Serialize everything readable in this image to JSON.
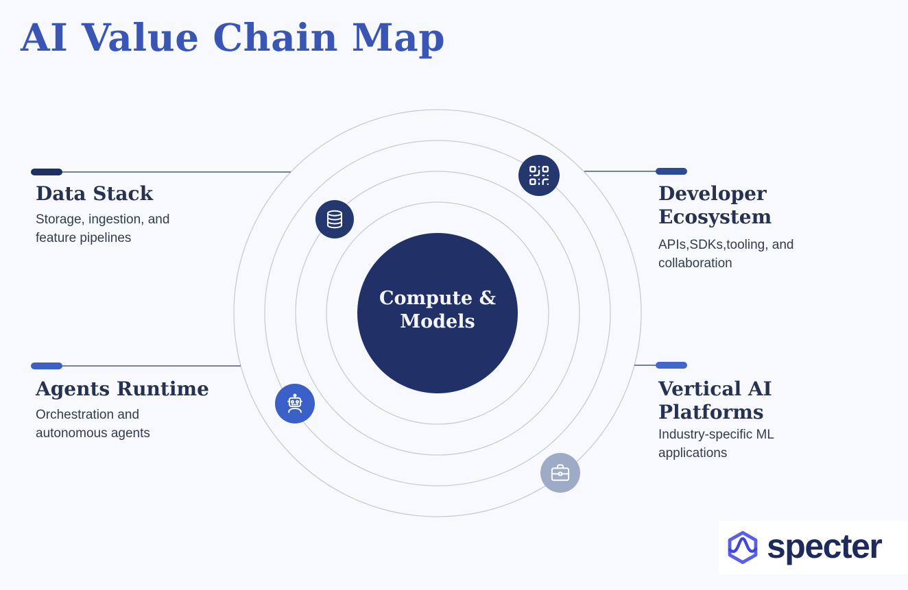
{
  "title": {
    "text": "AI Value Chain Map"
  },
  "center": {
    "label": "Compute & Models"
  },
  "callouts": {
    "data_stack": {
      "title": "Data Stack",
      "description": "Storage, ingestion, and feature pipelines"
    },
    "developer_ecosystem": {
      "title": "Developer Ecosystem",
      "description": "APIs,SDKs,tooling, and collaboration"
    },
    "agents_runtime": {
      "title": "Agents Runtime",
      "description": "Orchestration and autonomous agents"
    },
    "vertical_ai_platforms": {
      "title": "Vertical AI Platforms",
      "description": "Industry-specific ML applications"
    }
  },
  "icons": {
    "data_stack": "database-icon",
    "developer_ecosystem": "qr-code-icon",
    "agents_runtime": "robot-icon",
    "vertical_ai_platforms": "briefcase-icon",
    "logo": "specter-hexagon-icon"
  },
  "logo": {
    "text": "specter"
  },
  "colors": {
    "background": "#f7f9fc",
    "title": "#3a56b4",
    "heading": "#273250",
    "body_text": "#333c4a",
    "ring": "#c6ccd7",
    "connector": "#46587b",
    "center_circle": "#213168",
    "center_text": "#f3f6fb",
    "dash_data_stack": "#1f2f5e",
    "dash_developer": "#2d4b94",
    "dash_agents": "#3c60c6",
    "dash_vertical": "#4466cc",
    "satellite_navy": "#24376e",
    "satellite_blue": "#3a5fc6",
    "satellite_gray": "#9dabc7",
    "icon_stroke": "#ffffff",
    "logo_hex": "#5b5fe8",
    "logo_wave": "#4046d6",
    "logo_text": "#1e2a5c",
    "logo_bg": "#ffffff"
  }
}
